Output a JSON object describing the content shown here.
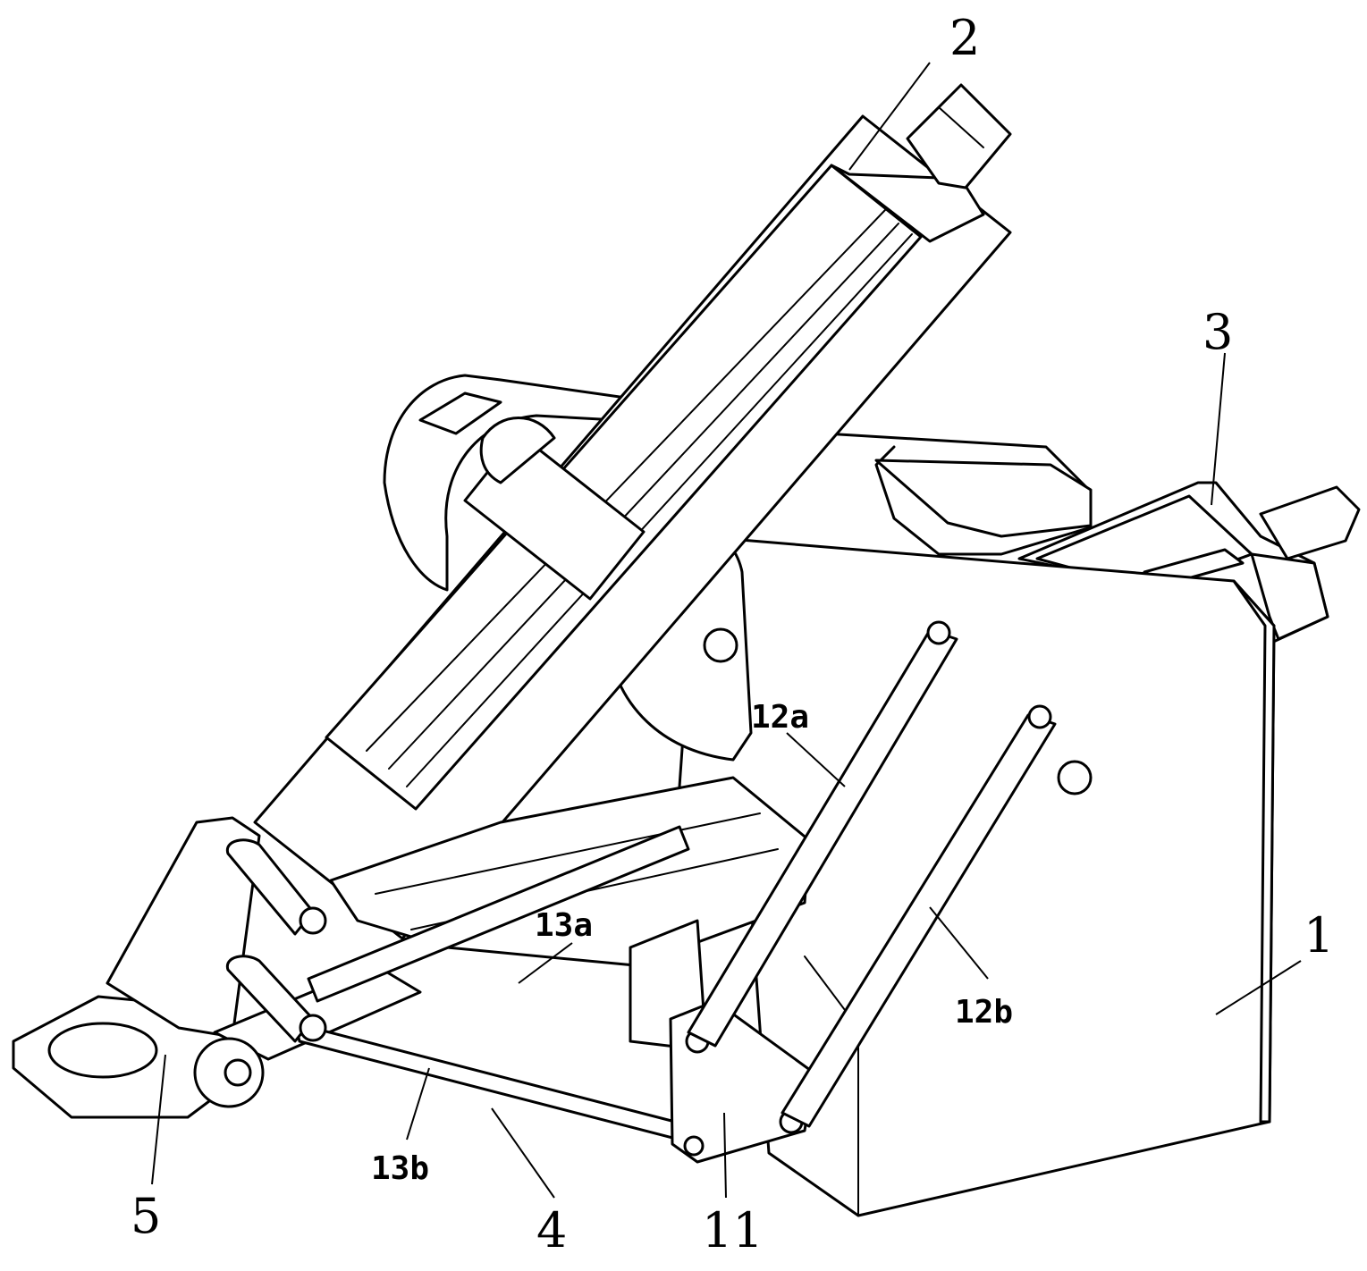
{
  "labels": {
    "l1": "1",
    "l2": "2",
    "l3": "3",
    "l4": "4",
    "l5": "5",
    "l11": "11",
    "l12a": "12a",
    "l12b": "12b",
    "l13a": "13a",
    "l13b": "13b"
  }
}
